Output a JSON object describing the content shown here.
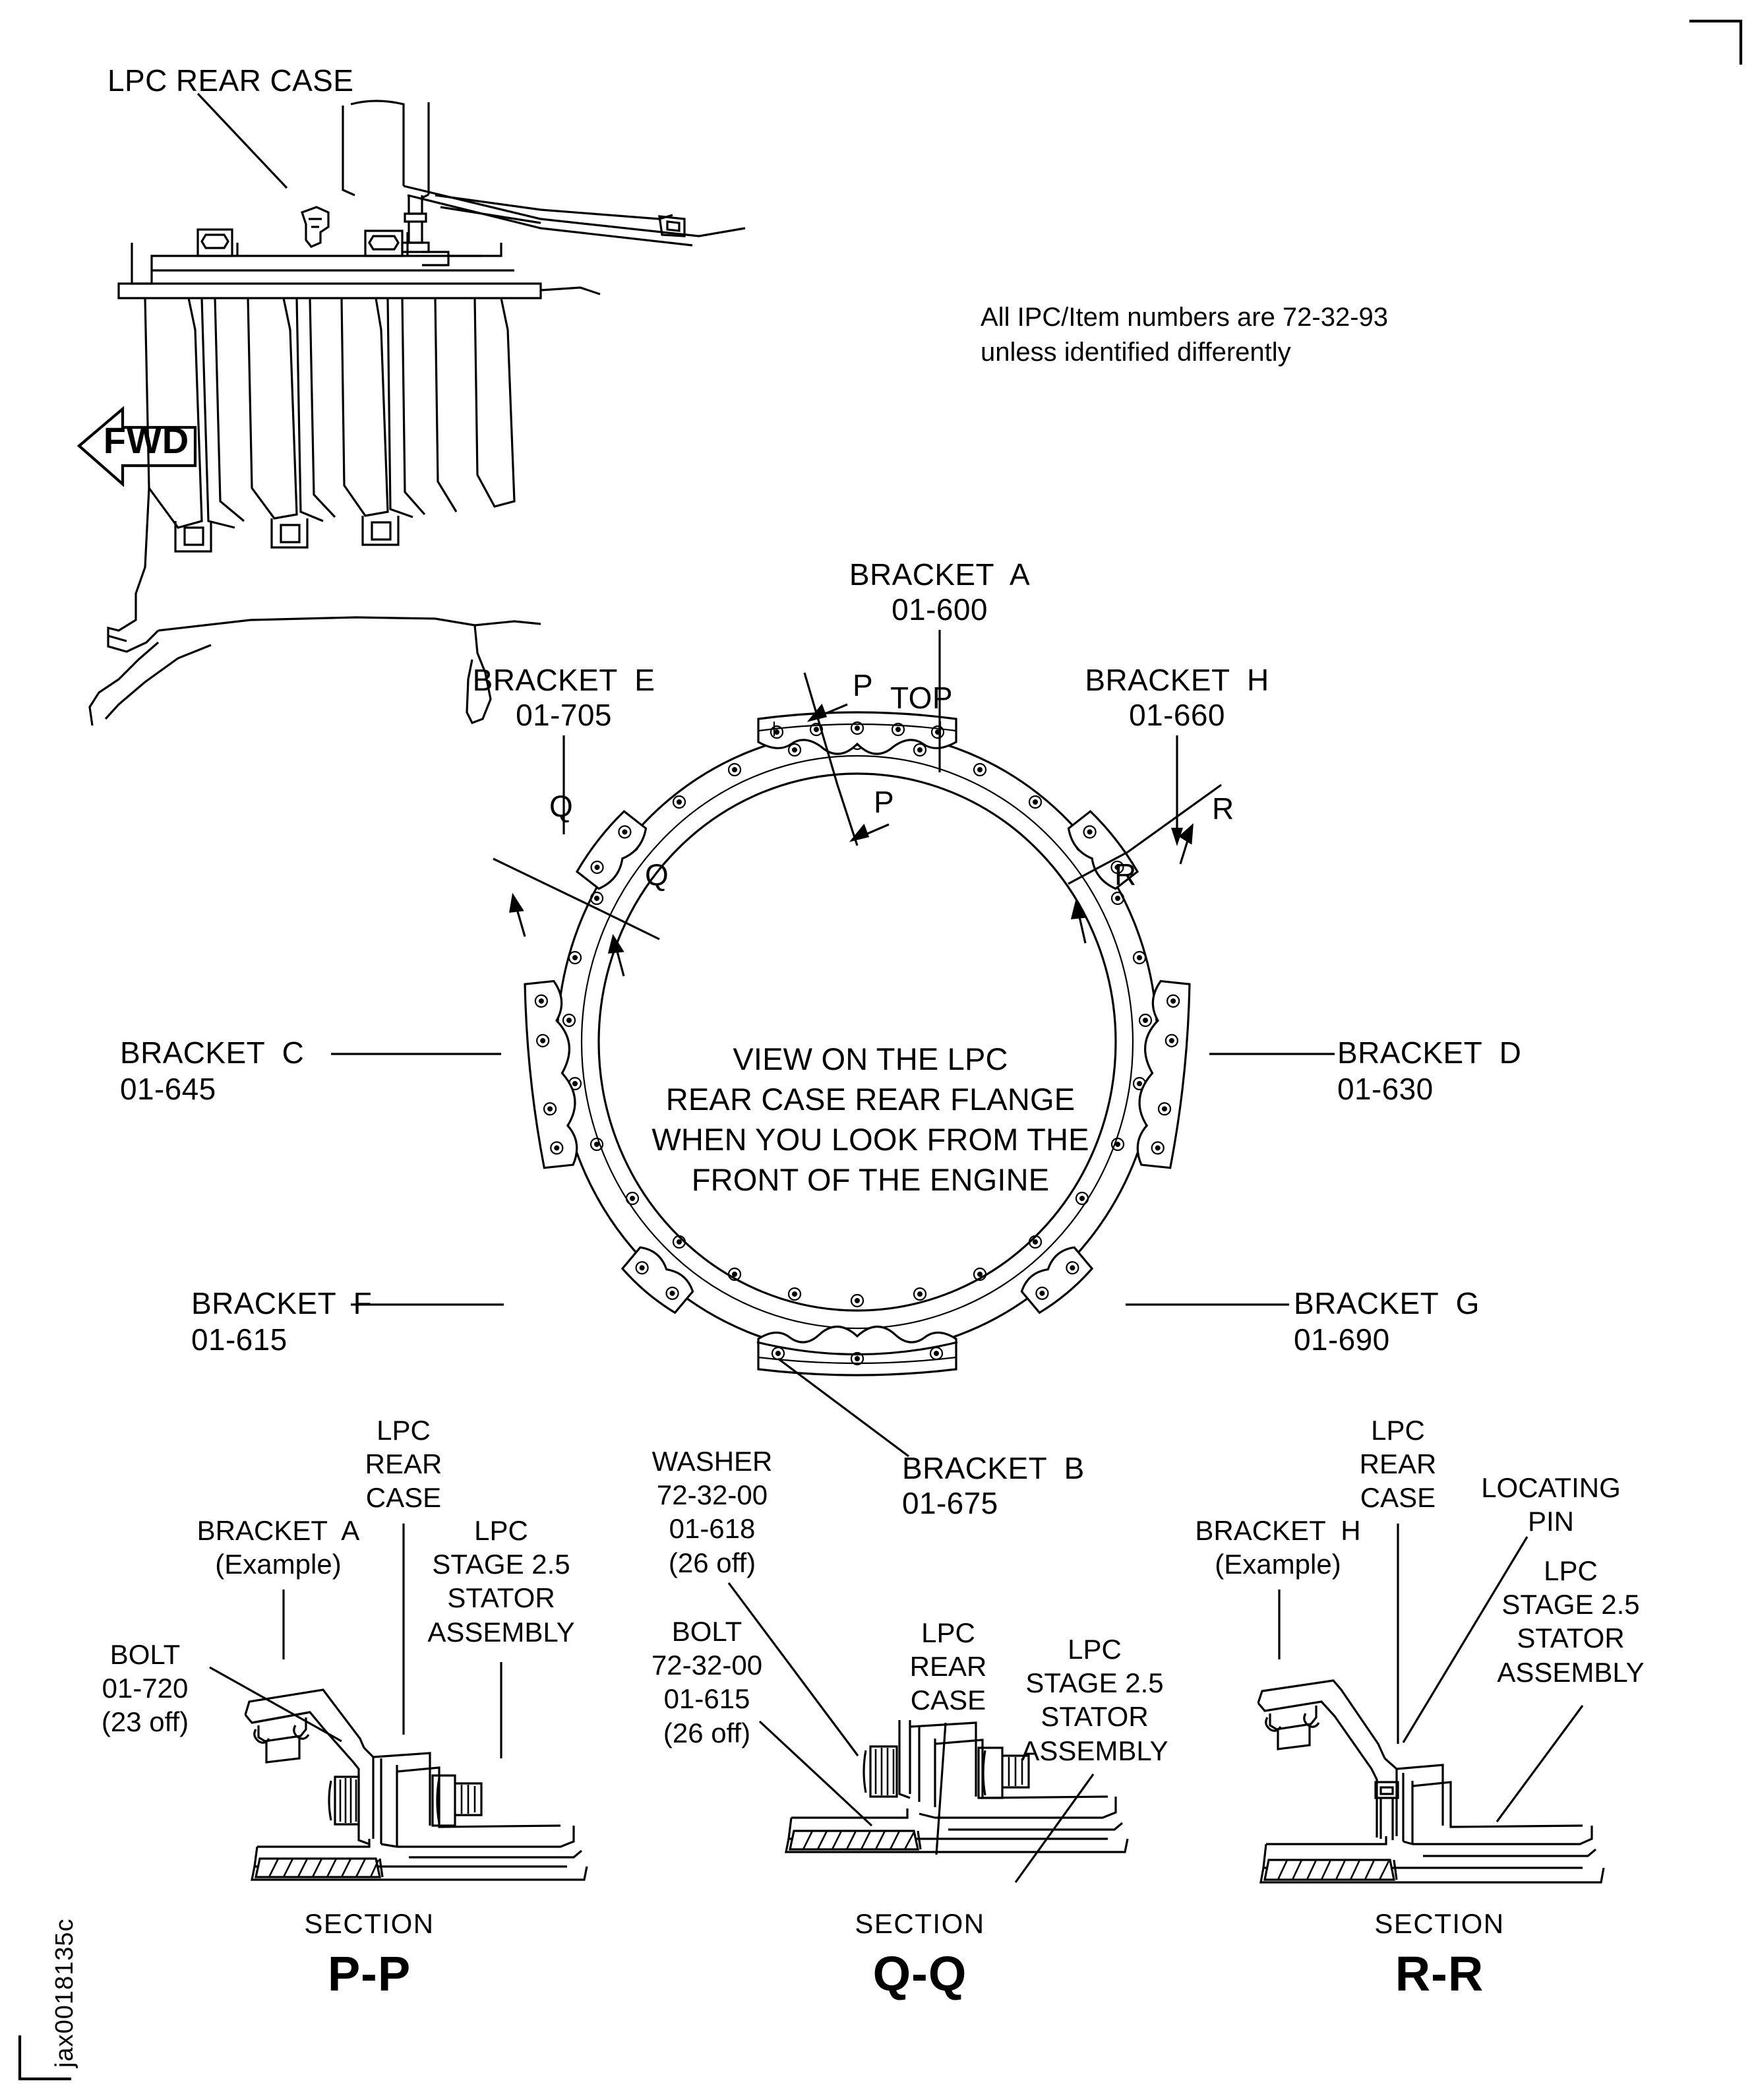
{
  "figure": {
    "id_tag": "jax0018135c",
    "note_line1": "All IPC/Item numbers are 72-32-93",
    "note_line2": "unless identified differently",
    "direction_arrow": "FWD"
  },
  "top_view": {
    "callout_lpc_rear_case": "LPC REAR CASE"
  },
  "ring_view": {
    "center_text_line1": "VIEW ON THE LPC",
    "center_text_line2": "REAR CASE REAR FLANGE",
    "center_text_line3": "WHEN YOU LOOK FROM THE",
    "center_text_line4": "FRONT OF THE ENGINE",
    "top_marker": "TOP",
    "section_marks": {
      "p_upper": "P",
      "p_lower": "P",
      "q_upper": "Q",
      "q_lower": "Q",
      "r_upper": "R",
      "r_lower": "R"
    },
    "brackets": [
      {
        "name": "BRACKET  A",
        "item": "01-600"
      },
      {
        "name": "BRACKET  B",
        "item": "01-675"
      },
      {
        "name": "BRACKET  C",
        "item": "01-645"
      },
      {
        "name": "BRACKET  D",
        "item": "01-630"
      },
      {
        "name": "BRACKET  E",
        "item": "01-705"
      },
      {
        "name": "BRACKET  F",
        "item": "01-615"
      },
      {
        "name": "BRACKET  G",
        "item": "01-690"
      },
      {
        "name": "BRACKET  H",
        "item": "01-660"
      }
    ]
  },
  "section_pp": {
    "title_line1": "SECTION",
    "title_line2": "P-P",
    "labels": {
      "lpc_rear_case": "LPC\nREAR\nCASE",
      "bracket": "BRACKET  A\n(Example)",
      "stator": "LPC\nSTAGE 2.5\nSTATOR\nASSEMBLY",
      "bolt": "BOLT\n01-720\n(23 off)"
    }
  },
  "section_qq": {
    "title_line1": "SECTION",
    "title_line2": "Q-Q",
    "labels": {
      "washer": "WASHER\n72-32-00\n01-618\n(26 off)",
      "bolt": "BOLT\n72-32-00\n01-615\n(26 off)",
      "bracket_b": "BRACKET  B\n01-675",
      "lpc_rear_case": "LPC\nREAR\nCASE",
      "stator": "LPC\nSTAGE 2.5\nSTATOR\nASSEMBLY"
    }
  },
  "section_rr": {
    "title_line1": "SECTION",
    "title_line2": "R-R",
    "labels": {
      "lpc_rear_case": "LPC\nREAR\nCASE",
      "bracket": "BRACKET  H\n(Example)",
      "locating_pin": "LOCATING\nPIN",
      "stator": "LPC\nSTAGE 2.5\nSTATOR\nASSEMBLY"
    }
  }
}
